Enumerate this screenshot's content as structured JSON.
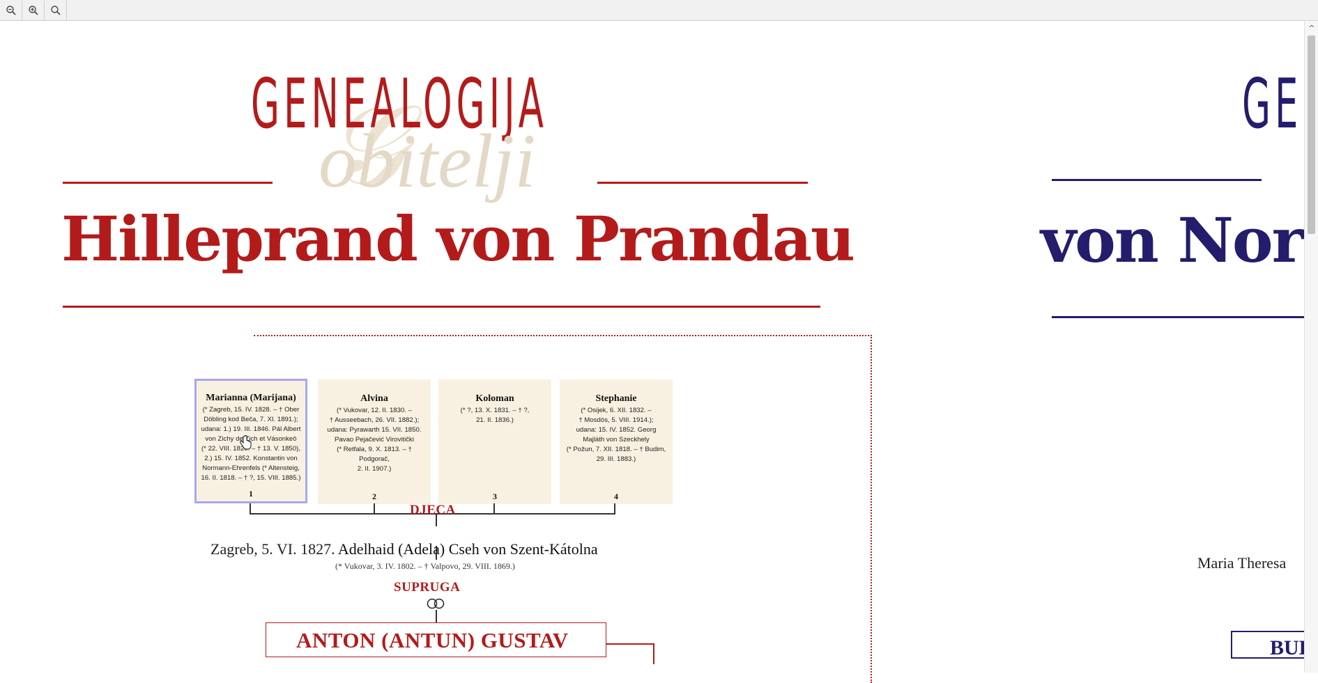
{
  "toolbar": {
    "zoom_out_icon": "zoom-out-icon",
    "zoom_in_icon": "zoom-in-icon",
    "zoom_reset_icon": "magnifier-icon"
  },
  "left_panel": {
    "header": "GENEALOGIJA",
    "subheader": "obitelji",
    "family_name": "Hilleprand von Prandau",
    "children": [
      {
        "name": "Marianna (Marijana)",
        "info": [
          "(* Zagreb, 15. IV. 1828. – † Ober",
          "Döbling kod Beča, 7. XI. 1891.);",
          "udana: 1.) 19. III. 1846. Pál Albert",
          "von Zichy de Zich et Vásonkeö",
          "(* 22. VIII. 1820. – † 13. V. 1850),",
          "2.) 15. IV. 1852. Konstantin von",
          "Normann-Ehrenfels (* Altensteig,",
          "16. II. 1818. – † ?, 15. VIII. 1885.)"
        ],
        "number": "1"
      },
      {
        "name": "Alvina",
        "info": [
          "(* Vukovar, 12. II. 1830. –",
          "† Ausseebach, 26. VII. 1882.);",
          "udana: Pyrawarth 15. VII. 1850.",
          "Pavao Pejačević Virovitički",
          "(* Retfala, 9. X. 1813. – † Podgorač,",
          "2. II. 1907.)"
        ],
        "number": "2"
      },
      {
        "name": "Koloman",
        "info": [
          "(* ?, 13. X. 1831. – † ?,",
          "21. II. 1836.)"
        ],
        "number": "3"
      },
      {
        "name": "Stephanie",
        "info": [
          "(* Osijek, 6. XII. 1832. –",
          "† Mosdós, 5. VIII. 1914.);",
          "udana: 15. IV. 1852. Georg",
          "Majláth von Szeckhely",
          "(* Požun, 7. XII. 1818. – † Budim,",
          "29. III. 1883.)"
        ],
        "number": "4"
      }
    ],
    "children_label": "DJECA",
    "marriage_place_date": "Zagreb, 5. VI. 1827.",
    "spouse_name": "Adelhaid (Adela) Cseh von Szent-Kátolna",
    "spouse_info": "(* Vukovar, 3. IV. 1802. – † Valpovo, 29. VIII. 1869.)",
    "spouse_label": "SUPRUGA",
    "main_person": "ANTON (ANTUN) GUSTAV"
  },
  "right_panel": {
    "header": "GE",
    "family_name": "von Norm",
    "person": "Maria Theresa",
    "box_text": "BUD"
  },
  "colors": {
    "accent_red": "#b31b1b",
    "accent_blue": "#231d6b",
    "card_bg": "#f8f1e1",
    "selection": "#a9a7ee"
  }
}
